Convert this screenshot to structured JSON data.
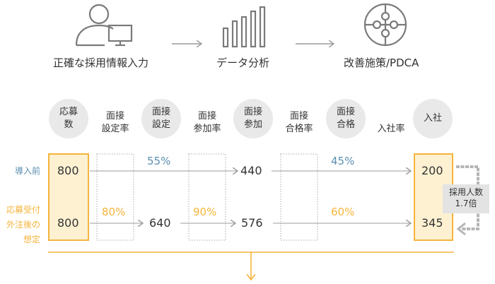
{
  "steps": [
    {
      "label": "正確な採用情報入力",
      "icon": "person-at-computer-icon"
    },
    {
      "label": "データ分析",
      "icon": "bar-chart-icon"
    },
    {
      "label": "改善施策/PDCA",
      "icon": "puzzle-circle-icon"
    }
  ],
  "stages": [
    "応募\n数",
    "面接\n設定",
    "面接\n参加",
    "面接\n合格",
    "入社"
  ],
  "rate_headers": [
    "面接\n設定率",
    "面接\n参加率",
    "面接\n合格率",
    "入社率"
  ],
  "rows": [
    {
      "label": "導入前",
      "apply": "800",
      "participation": "440",
      "hire": "200",
      "rate_participation": "55%",
      "rate_hire": "45%"
    },
    {
      "label": "応募受付\n外注後の\n想定",
      "apply": "800",
      "setup": "640",
      "participation": "576",
      "hire": "345",
      "rate_setup": "80%",
      "rate_participation": "90%",
      "rate_hire": "60%"
    }
  ],
  "note": "採用人数\n1.7倍",
  "colors": {
    "orange": "#f5b43c",
    "orange_fill": "#fdf1d2",
    "blue": "#5b8fb0",
    "gray_line": "#b0b0b0",
    "circle": "#e9e9e9"
  }
}
